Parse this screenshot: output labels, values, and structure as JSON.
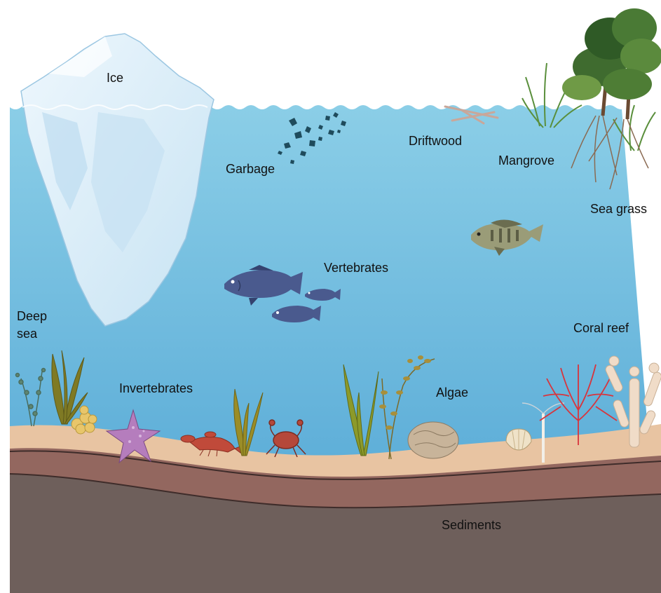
{
  "labels": {
    "ice": "Ice",
    "garbage": "Garbage",
    "driftwood": "Driftwood",
    "mangrove": "Mangrove",
    "sea_grass": "Sea grass",
    "vertebrates": "Vertebrates",
    "deep_sea_line1": "Deep",
    "deep_sea_line2": "sea",
    "coral_reef": "Coral reef",
    "invertebrates": "Invertebrates",
    "algae": "Algae",
    "sediments": "Sediments"
  },
  "colors": {
    "water_top": "#89cde6",
    "water_bottom": "#4da2d2",
    "ice": "#dceef9",
    "sand": "#e8c4a2",
    "mud": "#93675f",
    "sediment": "#6e5f5b",
    "fish": "#4a5a8e",
    "kelp": "#8d8a2a",
    "coral": "#d8343c",
    "starfish": "#b07ab8",
    "crab": "#b5483a"
  },
  "icons": [
    "iceberg-icon",
    "garbage-icon",
    "driftwood-icon",
    "mangrove-icon",
    "sea-grass-icon",
    "tilapia-icon",
    "fish-icon",
    "kelp-icon",
    "starfish-icon",
    "crayfish-icon",
    "crab-icon",
    "coral-icon",
    "shell-icon",
    "sponge-icon"
  ]
}
